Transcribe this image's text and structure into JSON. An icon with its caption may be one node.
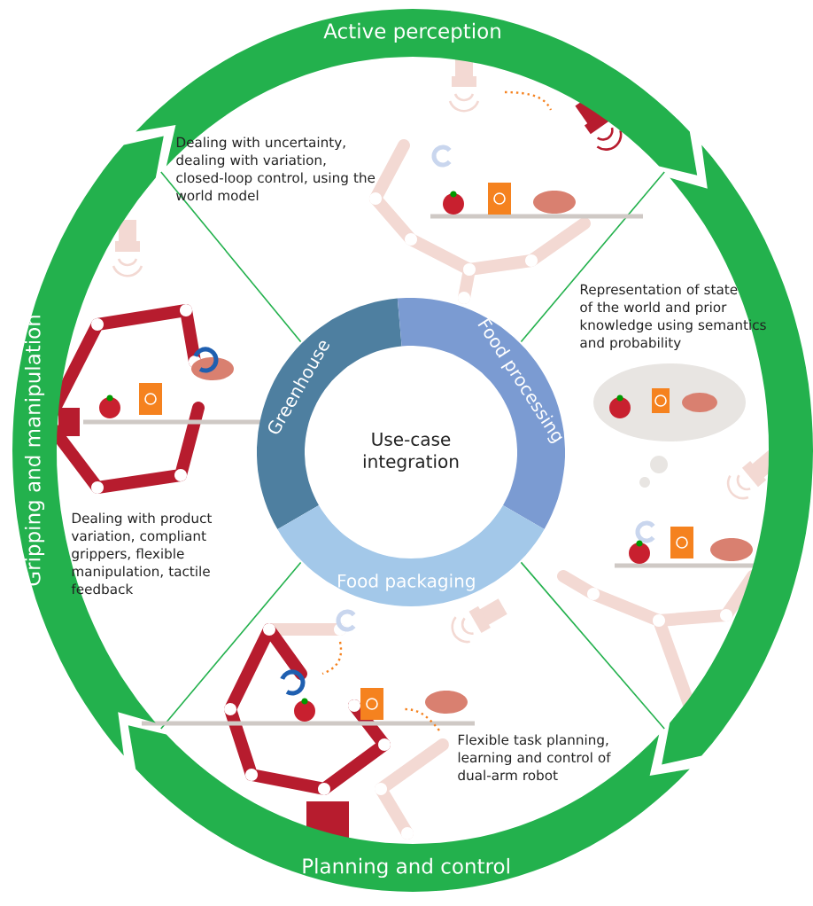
{
  "diagram": {
    "nodes": [
      {
        "text": [
          "Active perception"
        ]
      },
      {
        "text": [],
        "shape": "band"
      },
      {
        "text": [
          "Planning and control"
        ]
      },
      {
        "text": [
          "Gripping and manipulation"
        ]
      },
      {
        "text": [
          "Use-case integration"
        ]
      },
      {
        "text": [
          "Greenhouse"
        ]
      },
      {
        "text": [
          "Food processing"
        ]
      },
      {
        "text": [
          "Food packaging"
        ]
      }
    ],
    "labels": [
      "Dealing with uncertainty, dealing with variation, closed-loop control, using the world model",
      "Representation of state of the world and prior knowledge using semantics and probability",
      "Dealing with product variation, compliant grippers, flexible manipulation, tactile feedback",
      "Flexible task planning, learning and control of dual-arm robot"
    ]
  }
}
